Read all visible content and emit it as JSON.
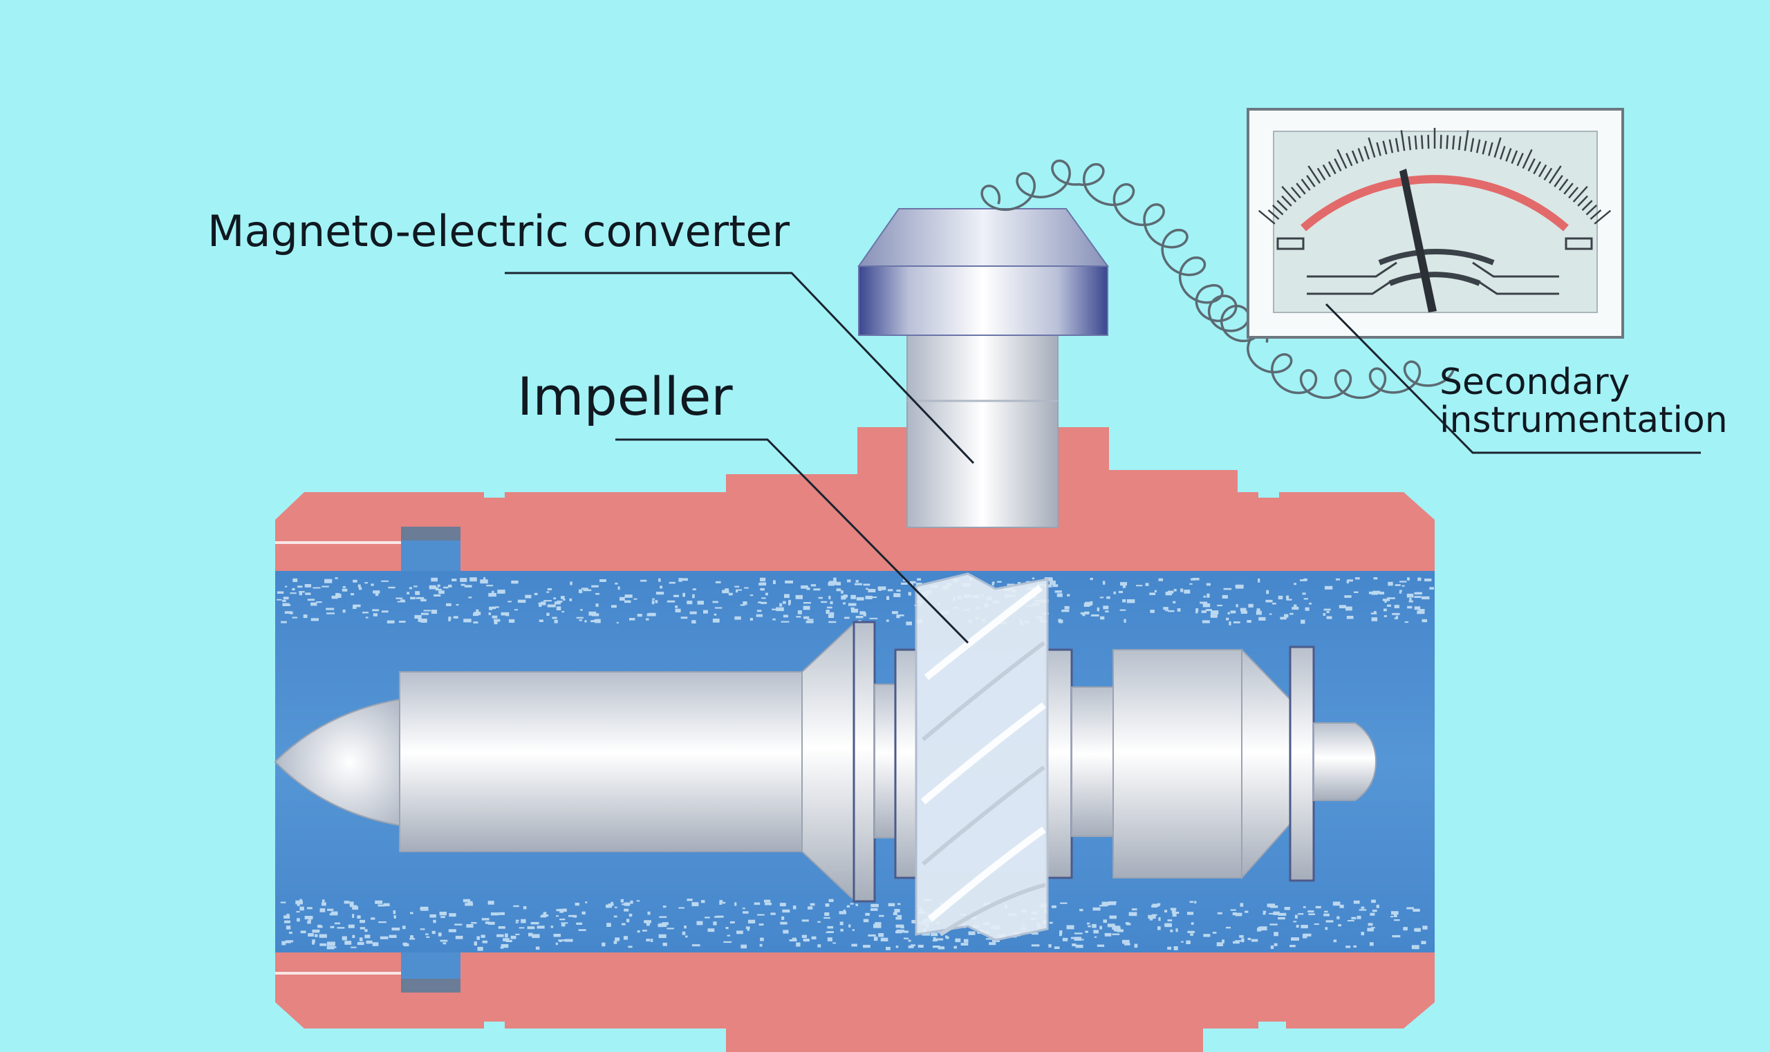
{
  "labels": {
    "converter": "Magneto-electric converter",
    "impeller": "Impeller",
    "secondary_line1": "Secondary",
    "secondary_line2": "instrumentation"
  },
  "colors": {
    "background": "#a3f2f6",
    "pipe_body": "#e58481",
    "fluid": "#4f8fd0",
    "metal_light": "#f2f5f8",
    "metal_dark": "#aeb6c4",
    "converter_cap": "#3f4d9a",
    "gauge_arc": "#e36a6a",
    "leader_line": "#1a2430"
  },
  "icons": {
    "gauge": "analog-meter-icon",
    "cable": "coiled-cable-icon"
  }
}
